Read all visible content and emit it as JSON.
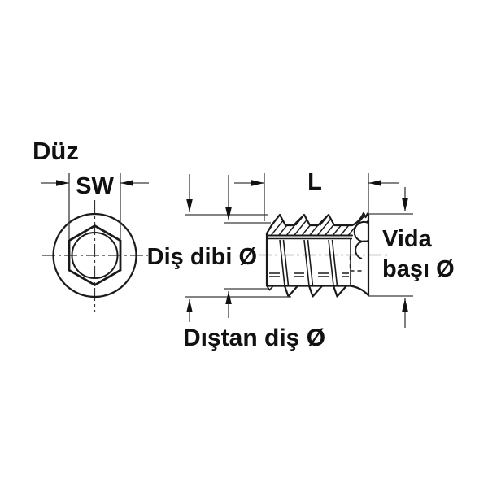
{
  "title": "Düz",
  "labels": {
    "sw": "SW",
    "length": "L",
    "root_diameter": "Diş dibi Ø",
    "head_diameter_line1": "Vida",
    "head_diameter_line2": "başı Ø",
    "external_thread": "Dıştan diş Ø"
  },
  "colors": {
    "background": "#ffffff",
    "line": "#1a1a1a",
    "dimension": "#3a3a3a"
  }
}
